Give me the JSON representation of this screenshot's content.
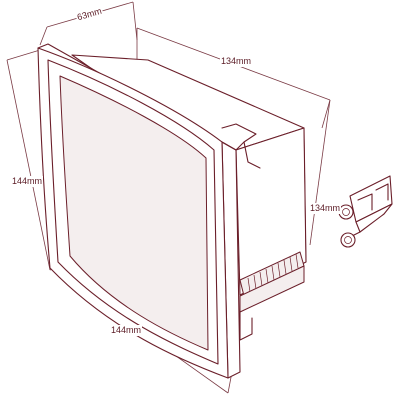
{
  "dimensions": {
    "depth_top": "63mm",
    "width_top": "134mm",
    "height_left": "144mm",
    "width_bottom": "144mm",
    "height_right": "134mm"
  },
  "colors": {
    "stroke": "#6b1f2a",
    "background": "#ffffff"
  }
}
